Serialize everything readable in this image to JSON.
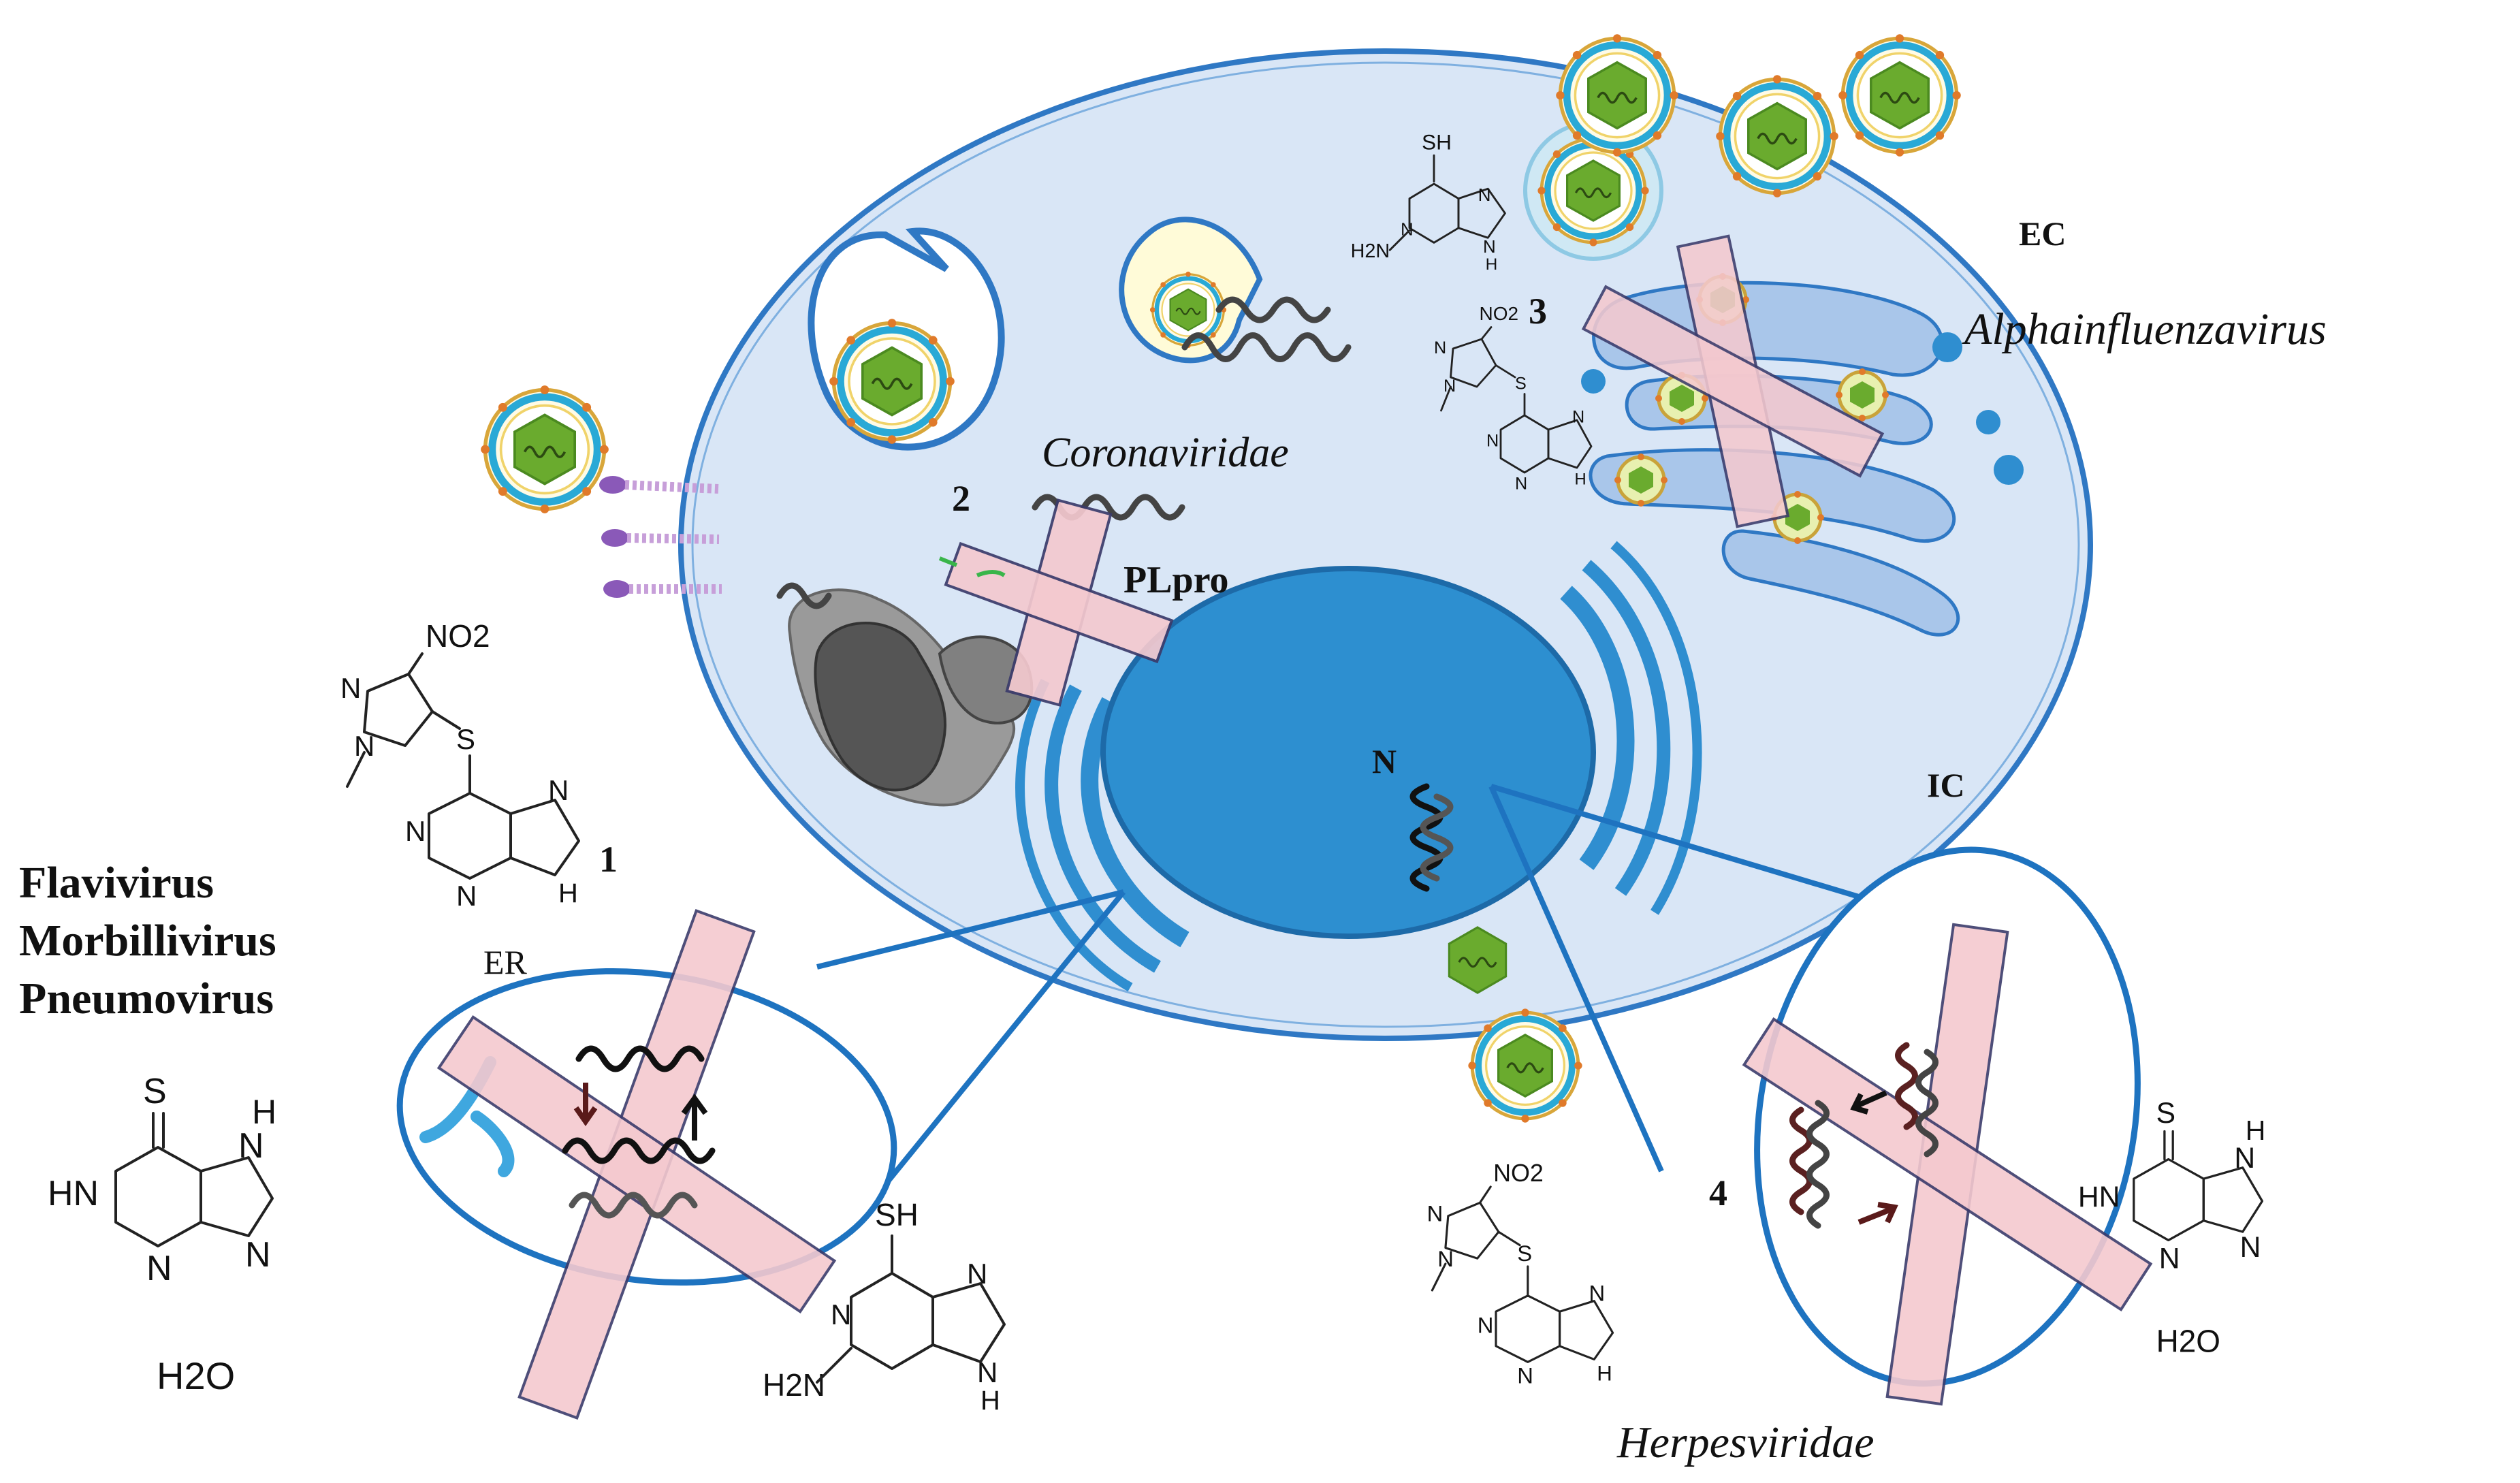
{
  "labels": {
    "ec": "EC",
    "ic": "IC",
    "er": "ER",
    "nucleus": "N",
    "plpro": "PLpro",
    "coronaviridae": "Coronaviridae",
    "alphainfluenzavirus": "Alphainfluenzavirus",
    "herpesviridae": "Herpesviridae",
    "flavivirus": "Flavivirus",
    "morbillivirus": "Morbillivirus",
    "pneumovirus": "Pneumovirus",
    "step1": "1",
    "step2": "2",
    "step3": "3",
    "step4": "4"
  },
  "chem": {
    "sh": "SH",
    "s": "S",
    "h": "H",
    "n": "N",
    "hn": "HN",
    "no2": "NO2",
    "h2n": "H2N",
    "h2o": "H2O"
  },
  "colors": {
    "cell_fill": "#d9e6f6",
    "cell_border": "#2f78c4",
    "nucleus_fill": "#2d8fd0",
    "er_blue": "#2f8ed0",
    "golgi_fill": "#a9c6ea",
    "block_cross": "#f4c9cf",
    "virus_capsid": "#6aab2e",
    "virus_envelope": "#29a9d6",
    "receptor": "#8a59b8",
    "ribosome": "#555555"
  },
  "icons": [
    "virus-particle-icon",
    "receptor-icon",
    "ribosome-icon",
    "rna-strand-icon",
    "block-cross-icon"
  ]
}
